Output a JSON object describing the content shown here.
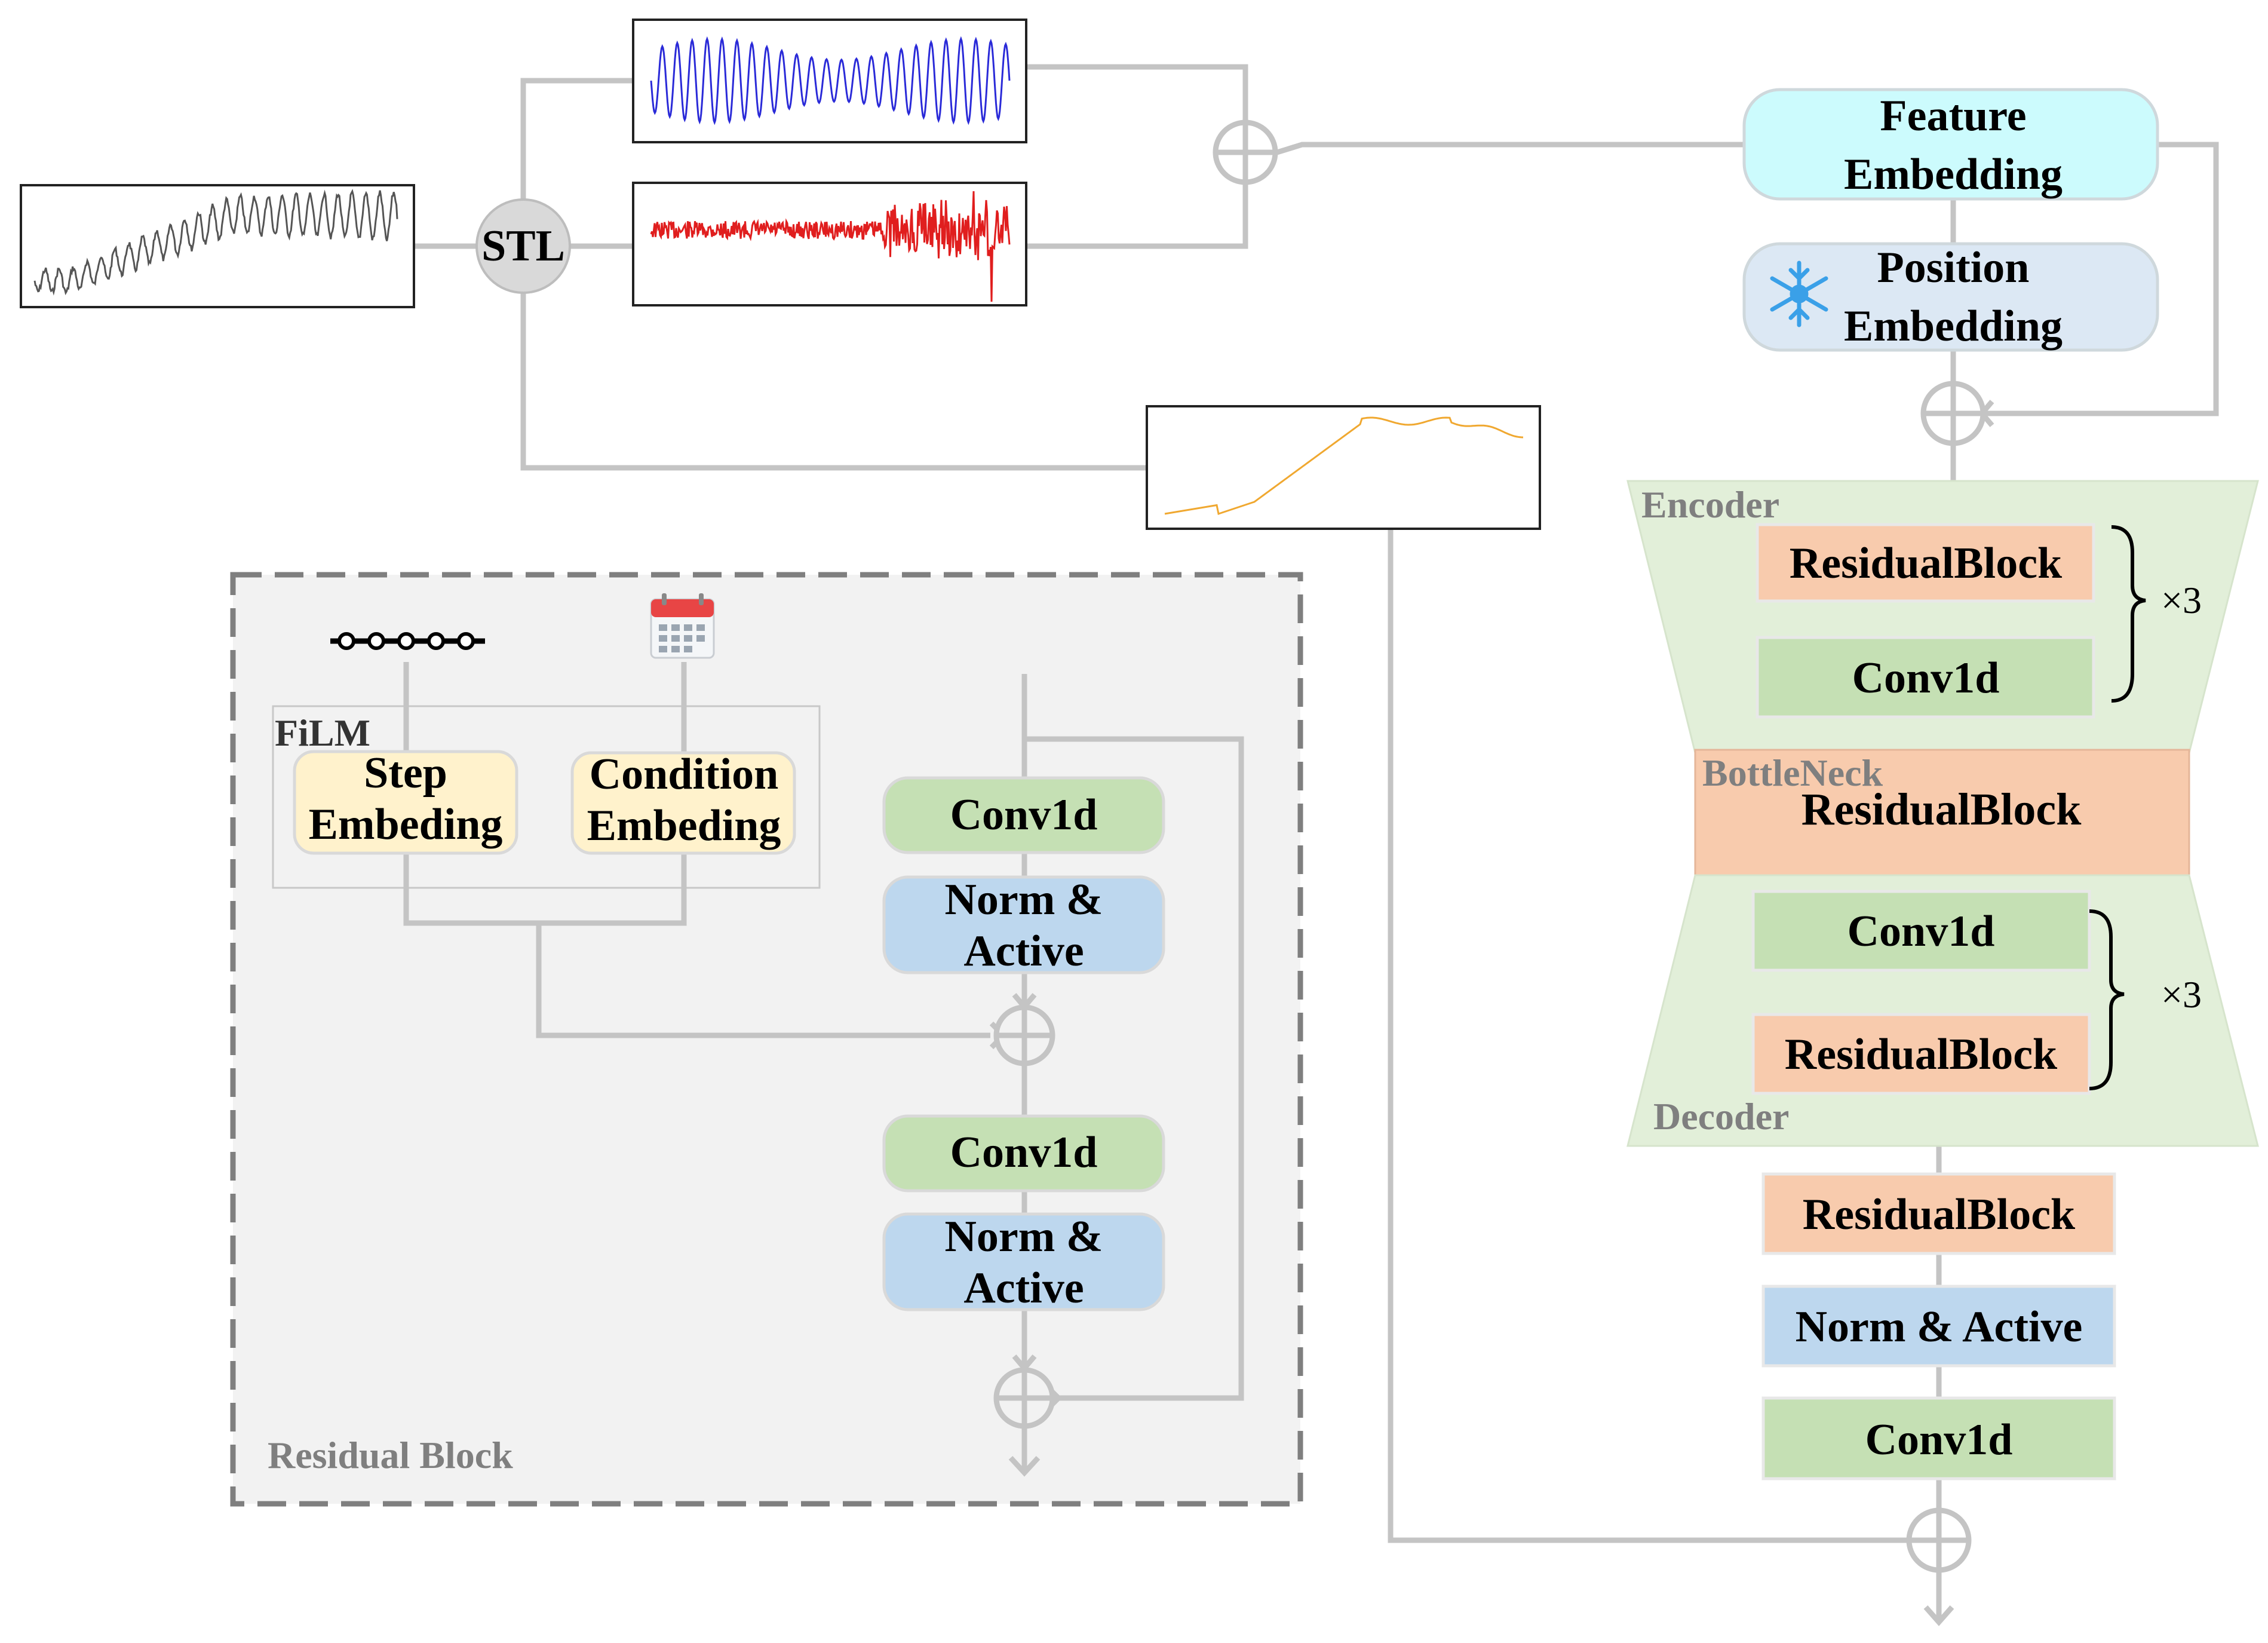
{
  "stl_label": "STL",
  "embeddings": {
    "feature": [
      "Feature",
      "Embedding"
    ],
    "position": [
      "Position",
      "Embedding"
    ]
  },
  "unet": {
    "encoder_label": "Encoder",
    "encoder_blocks": [
      "ResidualBlock",
      "Conv1d"
    ],
    "encoder_repeat": "×3",
    "bottleneck_label": "BottleNeck",
    "bottleneck_block": "ResidualBlock",
    "decoder_blocks": [
      "Conv1d",
      "ResidualBlock"
    ],
    "decoder_repeat": "×3",
    "decoder_label": "Decoder"
  },
  "head_blocks": [
    "ResidualBlock",
    "Norm & Active",
    "Conv1d"
  ],
  "residual_block": {
    "title": "Residual Block",
    "film_label": "FiLM",
    "step_embedding": [
      "Step",
      "Embeding"
    ],
    "condition_embedding": [
      "Condition",
      "Embeding"
    ],
    "conv1": "Conv1d",
    "norm1": [
      "Norm &",
      "Active"
    ],
    "conv2": "Conv1d",
    "norm2": [
      "Norm &",
      "Active"
    ]
  },
  "colors": {
    "feature": "#ccfbfd",
    "position": "#dce8f4",
    "encoder_bg": "#e2efd9",
    "residual": "#f8cbad",
    "conv": "#c5e0b4",
    "norm": "#bdd7ee",
    "embeding": "#fff2cc",
    "wire": "#c4c4c4",
    "seasonal": "#2a2ad8",
    "residual_series": "#e01e1e",
    "trend": "#f0a830",
    "raw": "#555555"
  },
  "icons": [
    "snowflake-icon",
    "calendar-icon",
    "step-chain-icon"
  ]
}
